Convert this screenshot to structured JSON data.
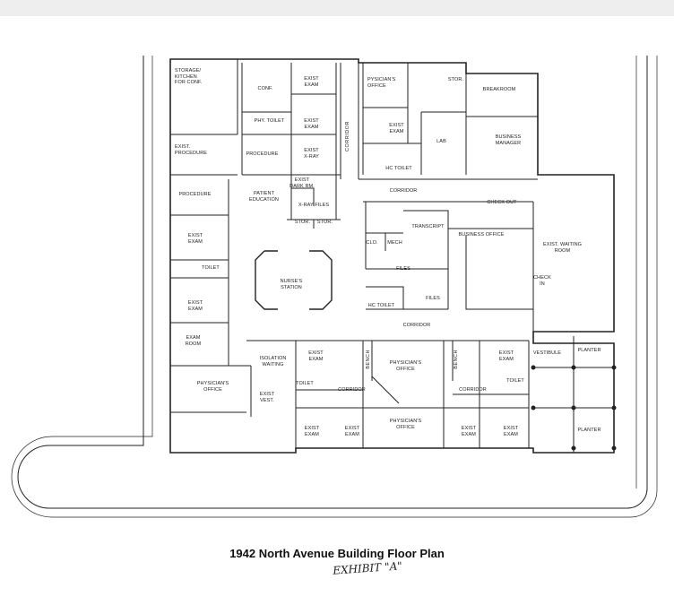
{
  "title": "1942 North Avenue Building Floor Plan",
  "exhibit": "EXHIBIT \"A\"",
  "rooms": [
    "STORAGE/\nKITCHEN\nFOR CONF.",
    "CONF.",
    "EXIST\nEXAM",
    "PYSICIAN'S\nOFFICE",
    "STOR.",
    "BREAKROOM",
    "PHY. TOILET",
    "EXIST\nEXAM",
    "EXIST\nEXAM",
    "LAB",
    "BUSINESS\nMANAGER",
    "EXIST.\nPROCEDURE",
    "PROCEDURE",
    "EXIST\nX-RAY",
    "HC TOILET",
    "EXIST\nDARK RM.",
    "CORRIDOR",
    "PROCEDURE",
    "PATIENT\nEDUCATION",
    "CHECK OUT",
    "X-RAY FILES",
    "STOR.",
    "STOR.",
    "TRANSCRIPT",
    "BUSINESS OFFICE",
    "EXIST\nEXAM",
    "CLO.",
    "MECH",
    "EXIST. WAITING\nROOM",
    "TOILET",
    "FILES",
    "CHECK\nIN",
    "NURSE'S\nSTATION",
    "FILES",
    "EXIST\nEXAM",
    "HC TOILET",
    "CORRIDOR",
    "EXAM\nROOM",
    "VESTIBULE",
    "PLANTER",
    "EXIST\nEXAM",
    "EXIST\nEXAM",
    "ISOLATION\nWAITING",
    "PHYSICIAN'S\nOFFICE",
    "TOILET",
    "TOILET",
    "PHYSICIAN'S\nOFFICE",
    "CORRIDOR",
    "CORRIDOR",
    "EXIST\nVEST.",
    "PHYSICIAN'S\nOFFICE",
    "EXIST\nEXAM",
    "EXIST\nEXAM",
    "EXIST\nEXAM",
    "EXIST\nEXAM",
    "PLANTER"
  ],
  "vertical_labels": [
    "CORRIDOR",
    "BENCH",
    "BENCH"
  ]
}
